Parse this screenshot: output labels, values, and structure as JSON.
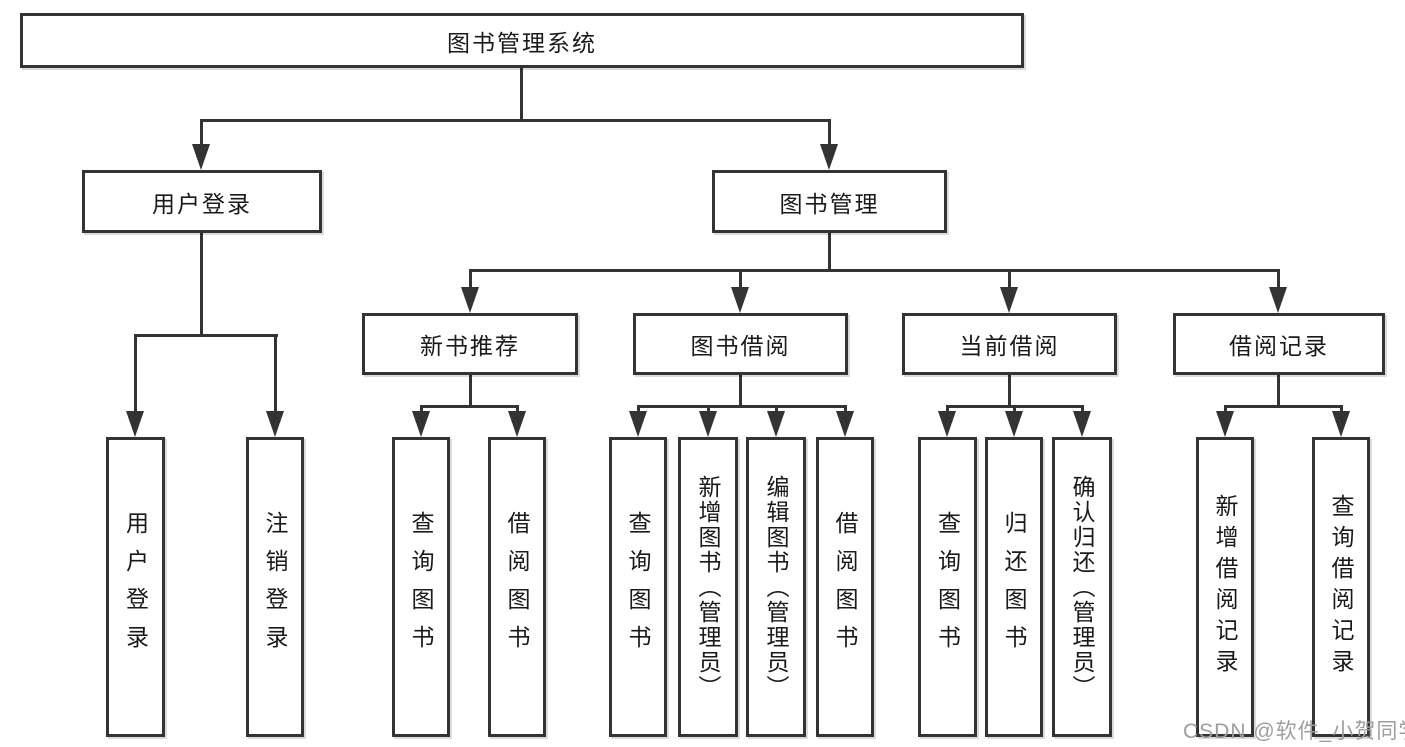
{
  "colors": {
    "line": "#333333",
    "box_border": "#333333",
    "background": "#ffffff",
    "text": "#1a1a1a",
    "watermark": "#9e9e9e"
  },
  "tree": {
    "label": "图书管理系统",
    "children": [
      {
        "label": "用户登录",
        "children": [
          {
            "label": "用户登录"
          },
          {
            "label": "注销登录"
          }
        ]
      },
      {
        "label": "图书管理",
        "children": [
          {
            "label": "新书推荐",
            "children": [
              {
                "label": "查询图书"
              },
              {
                "label": "借阅图书"
              }
            ]
          },
          {
            "label": "图书借阅",
            "children": [
              {
                "label": "查询图书"
              },
              {
                "label": "新增图书（管理员）"
              },
              {
                "label": "编辑图书（管理员）"
              },
              {
                "label": "借阅图书"
              }
            ]
          },
          {
            "label": "当前借阅",
            "children": [
              {
                "label": "查询图书"
              },
              {
                "label": "归还图书"
              },
              {
                "label": "确认归还（管理员）"
              }
            ]
          },
          {
            "label": "借阅记录",
            "children": [
              {
                "label": "新增借阅记录"
              },
              {
                "label": "查询借阅记录"
              }
            ]
          }
        ]
      }
    ]
  },
  "watermark": "CSDN @软件_小贺同学"
}
